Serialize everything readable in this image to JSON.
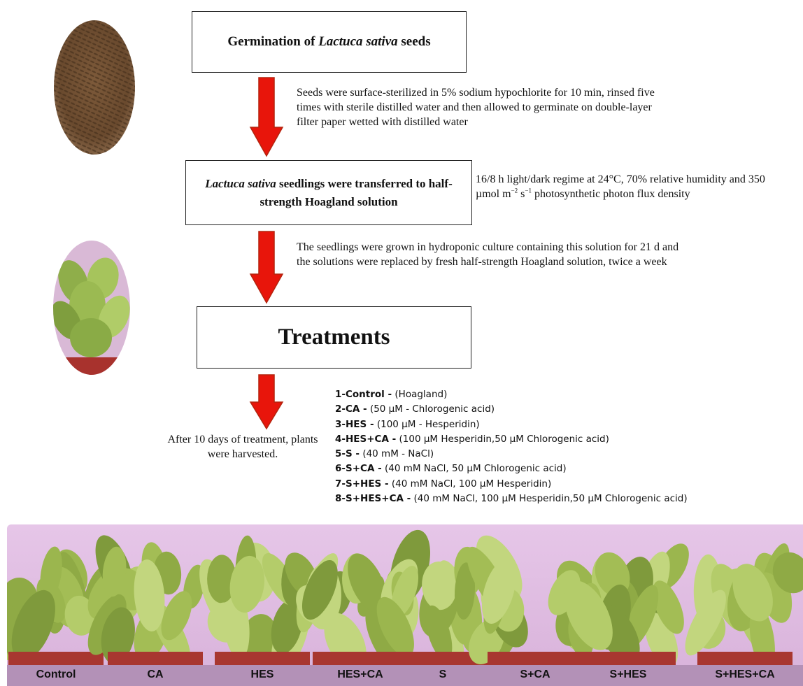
{
  "boxes": {
    "germination_prefix": "Germination of ",
    "germination_species": "Lactuca sativa",
    "germination_suffix": " seeds",
    "transfer_species": "Lactuca sativa",
    "transfer_text": " seedlings were transferred to half-strength Hoagland solution",
    "treatments": "Treatments"
  },
  "notes": {
    "sterilization": "Seeds were surface-sterilized in 5% sodium hypochlorite for 10 min, rinsed five times with sterile distilled water and then allowed to germinate on double-layer filter paper wetted with distilled water",
    "conditions_a": "16/8 h light/dark regime at 24°C, 70% relative humidity and 350 µmol m",
    "conditions_sup1": "−2",
    "conditions_b": " s",
    "conditions_sup2": "−1",
    "conditions_c": " photosynthetic photon flux density",
    "hydroponic": "The seedlings were grown in hydroponic culture containing this solution for 21 d and the solutions were replaced by fresh half-strength Hoagland solution, twice a week",
    "harvest": "After 10 days of treatment, plants were harvested."
  },
  "treatments_list": [
    {
      "code": "1-Control -",
      "desc": " (Hoagland)"
    },
    {
      "code": "2-CA -",
      "desc": " (50 µM - Chlorogenic acid)"
    },
    {
      "code": "3-HES -",
      "desc": " (100 µM - Hesperidin)"
    },
    {
      "code": "4-HES+CA -",
      "desc": " (100 µM Hesperidin,50 µM Chlorogenic acid)"
    },
    {
      "code": "5-S -",
      "desc": " (40 mM - NaCl)"
    },
    {
      "code": "6-S+CA -",
      "desc": " (40 mM NaCl, 50 µM Chlorogenic acid)"
    },
    {
      "code": "7-S+HES -",
      "desc": " (40 mM NaCl, 100 µM Hesperidin)"
    },
    {
      "code": "8-S+HES+CA -",
      "desc": " (40 mM NaCl, 100 µM Hesperidin,50 µM Chlorogenic acid)"
    }
  ],
  "photo_labels": [
    "Control",
    "CA",
    "HES",
    "HES+CA",
    "S",
    "S+CA",
    "S+HES",
    "S+HES+CA"
  ],
  "colors": {
    "arrow": "#e8150b",
    "arrow_edge": "#b3240e",
    "photo_background": "#e0bde3",
    "label_bar": "#b391b7",
    "foliage": "#a7c15a"
  }
}
